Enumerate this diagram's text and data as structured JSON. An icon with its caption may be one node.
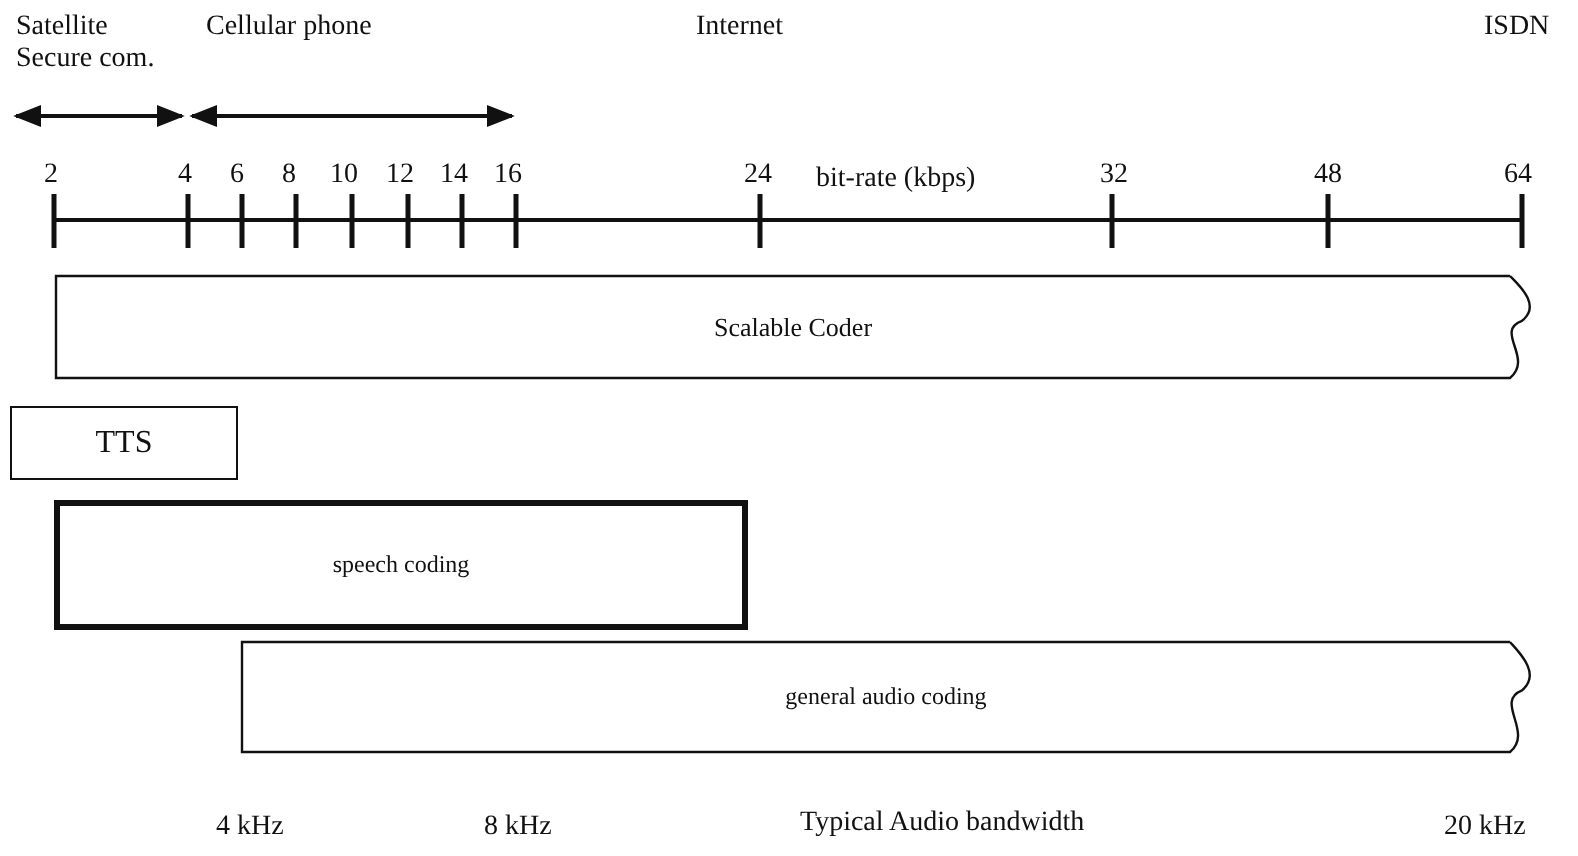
{
  "diagram": {
    "nodes": [
      {
        "text": [
          "Scalable Coder"
        ]
      },
      {
        "text": [
          "TTS"
        ]
      },
      {
        "text": [
          "speech coding"
        ]
      },
      {
        "text": [
          "general audio coding"
        ]
      }
    ],
    "edges": [],
    "labels": [
      "Satellite Secure com.",
      "Cellular phone",
      "Internet",
      "ISDN",
      "2",
      "4",
      "6",
      "8",
      "10",
      "12",
      "14",
      "16",
      "24",
      "bit-rate (kbps)",
      "32",
      "48",
      "64",
      "4 kHz",
      "8 kHz",
      "Typical Audio bandwidth",
      "20 kHz"
    ]
  }
}
